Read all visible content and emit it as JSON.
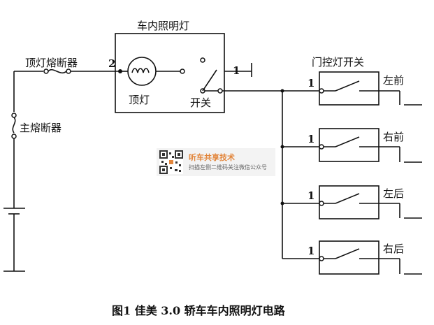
{
  "labels": {
    "interior_light": "车内照明灯",
    "roof_fuse": "顶灯熔断器",
    "main_fuse": "主熔断器",
    "dome_lamp": "顶灯",
    "switch": "开关",
    "door_switch": "门控灯开关",
    "front_left": "左前",
    "front_right": "右前",
    "rear_left": "左后",
    "rear_right": "右后",
    "pin_2": "2",
    "pin_1_switch": "1",
    "pin_1_door": "1",
    "pin_1_fr": "1",
    "pin_1_rl": "1",
    "pin_1_rr": "1"
  },
  "caption": "图1  佳美 3.0 轿车车内照明灯电路",
  "watermark": {
    "title": "听车共享技术",
    "subtitle": "扫描左侧二维码关注微信公众号"
  }
}
